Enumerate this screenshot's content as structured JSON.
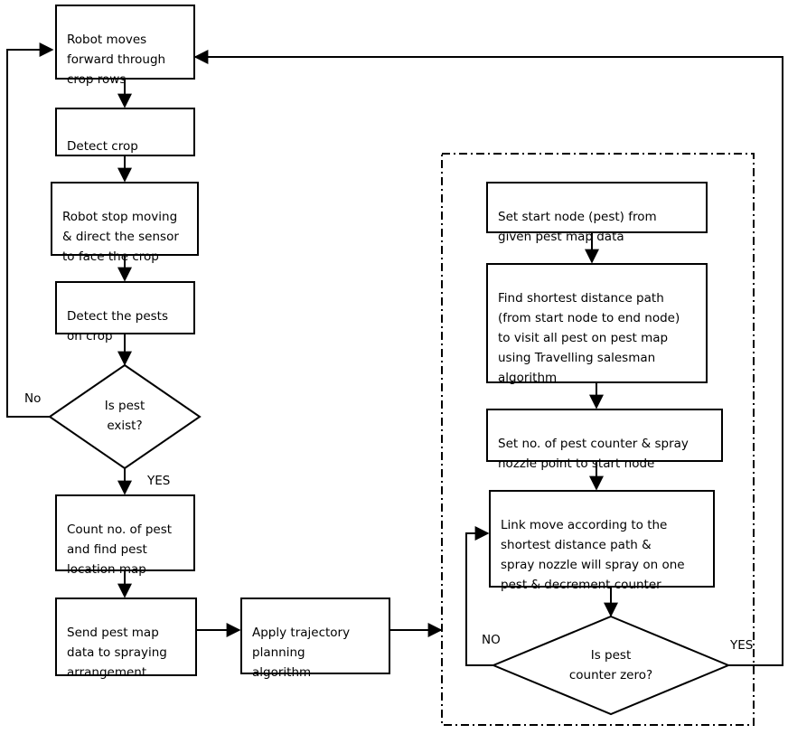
{
  "flowchart": {
    "steps": {
      "move_forward": "Robot moves\nforward through\ncrop rows",
      "detect_crop": "Detect crop",
      "stop_direct": "Robot stop moving\n& direct the sensor\nto face the crop",
      "detect_pests": "Detect the pests\non crop",
      "is_pest_exist": "Is pest\nexist?",
      "count_pest": "Count no. of pest\nand find pest\nlocation map",
      "send_map": "Send pest map\ndata to spraying\narrangement",
      "apply_trajectory": "Apply trajectory\nplanning\nalgorithm",
      "set_start_node": "Set start node (pest) from\ngiven pest map data",
      "find_shortest": "Find shortest distance path\n(from start node to end node)\nto visit all pest on pest map\nusing Travelling salesman\nalgorithm",
      "set_counter": "Set no. of pest counter & spray\nnozzle point to start node",
      "link_move": "Link move according to the\nshortest distance path &\nspray nozzle will spray on one\npest & decrement counter",
      "is_counter_zero": "Is pest\ncounter zero?"
    },
    "labels": {
      "no_left": "No",
      "yes_left": "YES",
      "no_right": "NO",
      "yes_right": "YES"
    }
  }
}
